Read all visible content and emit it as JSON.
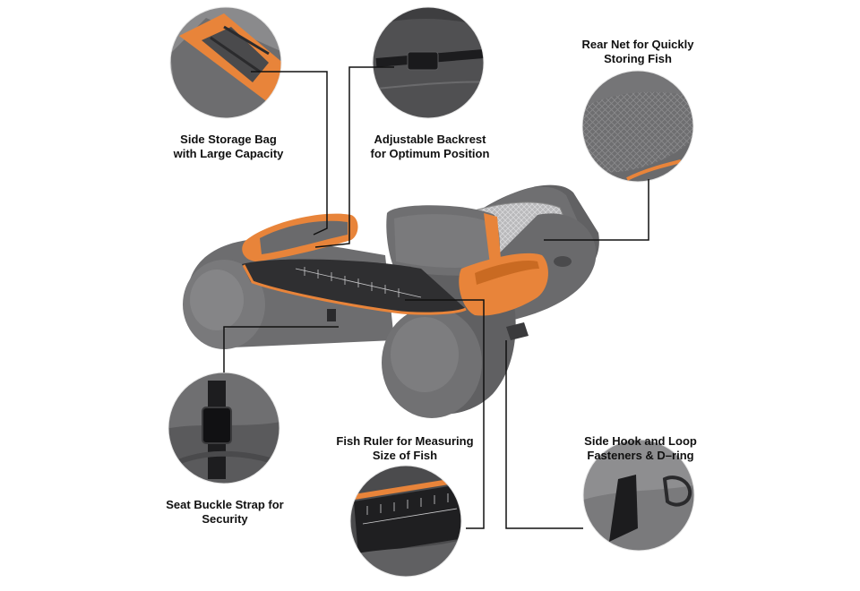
{
  "image": {
    "subject": "inflatable-float-tube",
    "colors": {
      "hull": "#6d6d6f",
      "hull_shadow": "#555557",
      "hull_light": "#88888a",
      "accent": "#e8843a",
      "accent_dark": "#c96a22",
      "leader_line": "#111111",
      "detail_circle_dark": "#3e3e40"
    }
  },
  "callouts": [
    {
      "id": "side-storage-bag",
      "lines": [
        "Side Storage Bag",
        "with Large Capacity"
      ]
    },
    {
      "id": "adjustable-backrest",
      "lines": [
        "Adjustable Backrest",
        "for Optimum Position"
      ]
    },
    {
      "id": "rear-net",
      "lines": [
        "Rear Net for Quickly",
        "Storing Fish"
      ]
    },
    {
      "id": "seat-buckle-strap",
      "lines": [
        "Seat Buckle Strap for",
        "Security"
      ]
    },
    {
      "id": "fish-ruler",
      "lines": [
        "Fish Ruler for Measuring",
        "Size of Fish"
      ]
    },
    {
      "id": "side-hook-loop",
      "lines": [
        "Side Hook and Loop",
        "Fasteners & D–ring"
      ]
    }
  ]
}
